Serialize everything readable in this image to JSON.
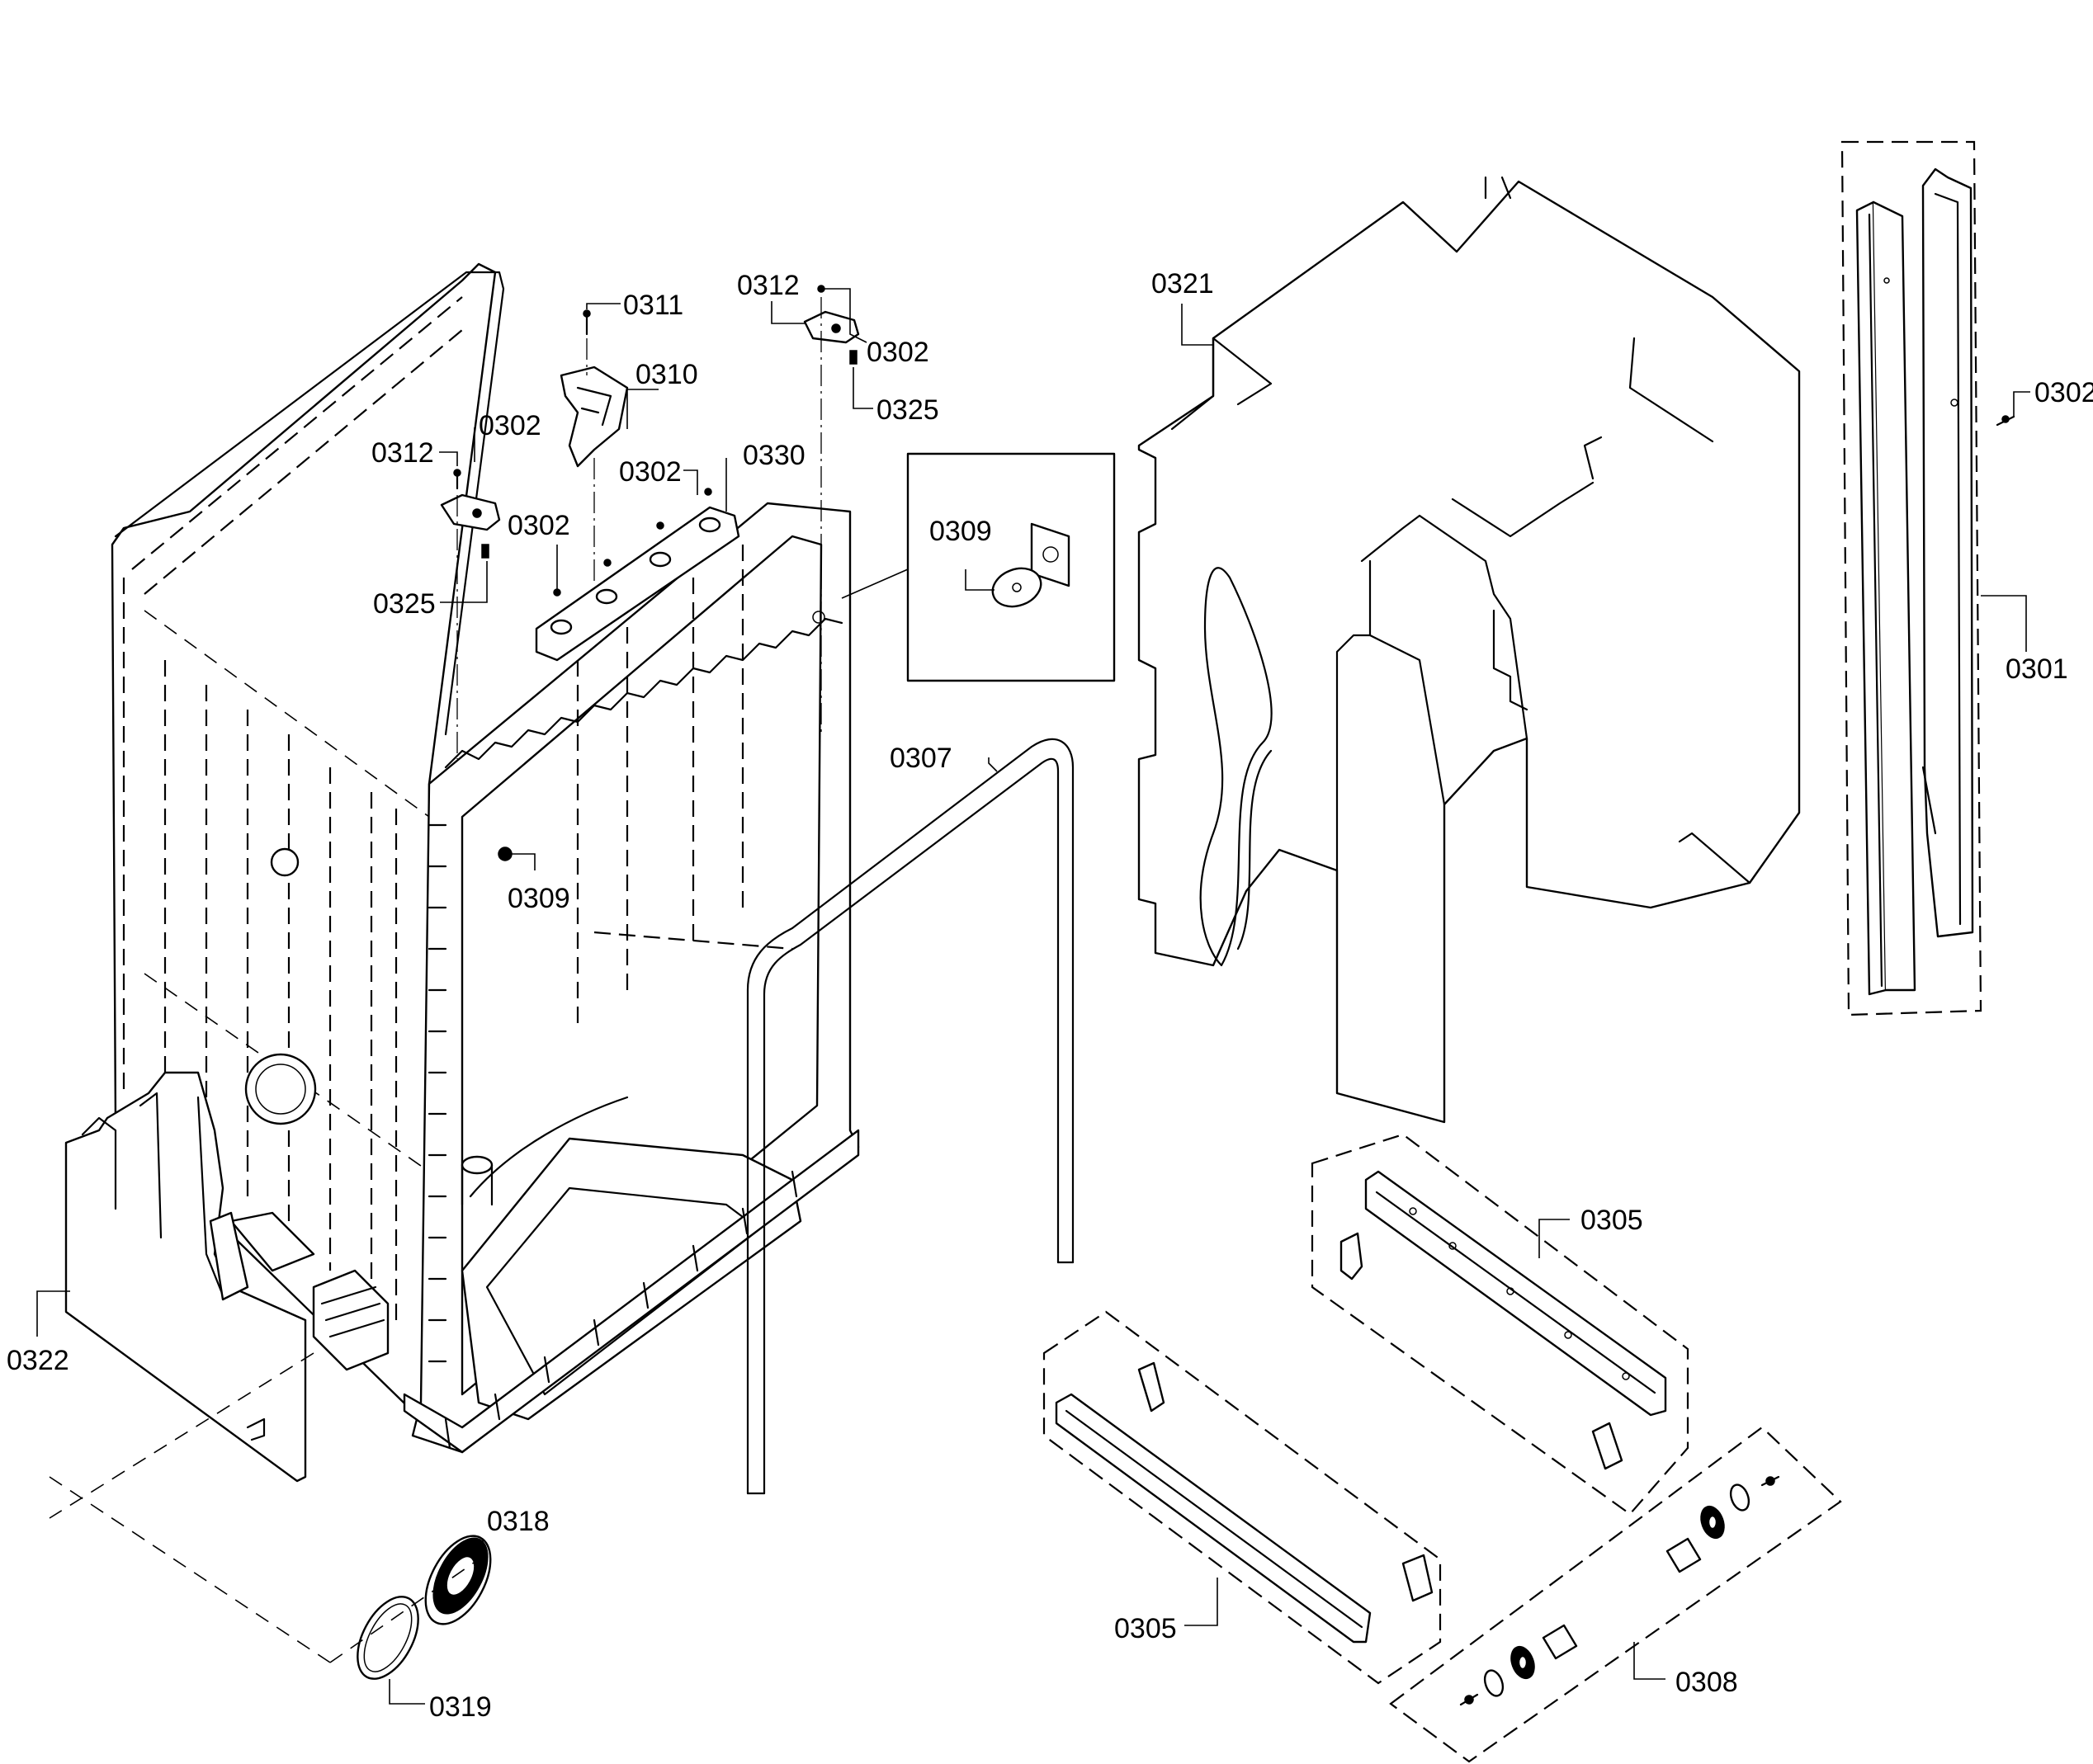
{
  "labels": {
    "l0301": "0301",
    "l0302": "0302",
    "l0305": "0305",
    "l0307": "0307",
    "l0308": "0308",
    "l0309": "0309",
    "l0310": "0310",
    "l0311": "0311",
    "l0312": "0312",
    "l0318": "0318",
    "l0319": "0319",
    "l0321": "0321",
    "l0322": "0322",
    "l0325": "0325",
    "l0330": "0330"
  }
}
